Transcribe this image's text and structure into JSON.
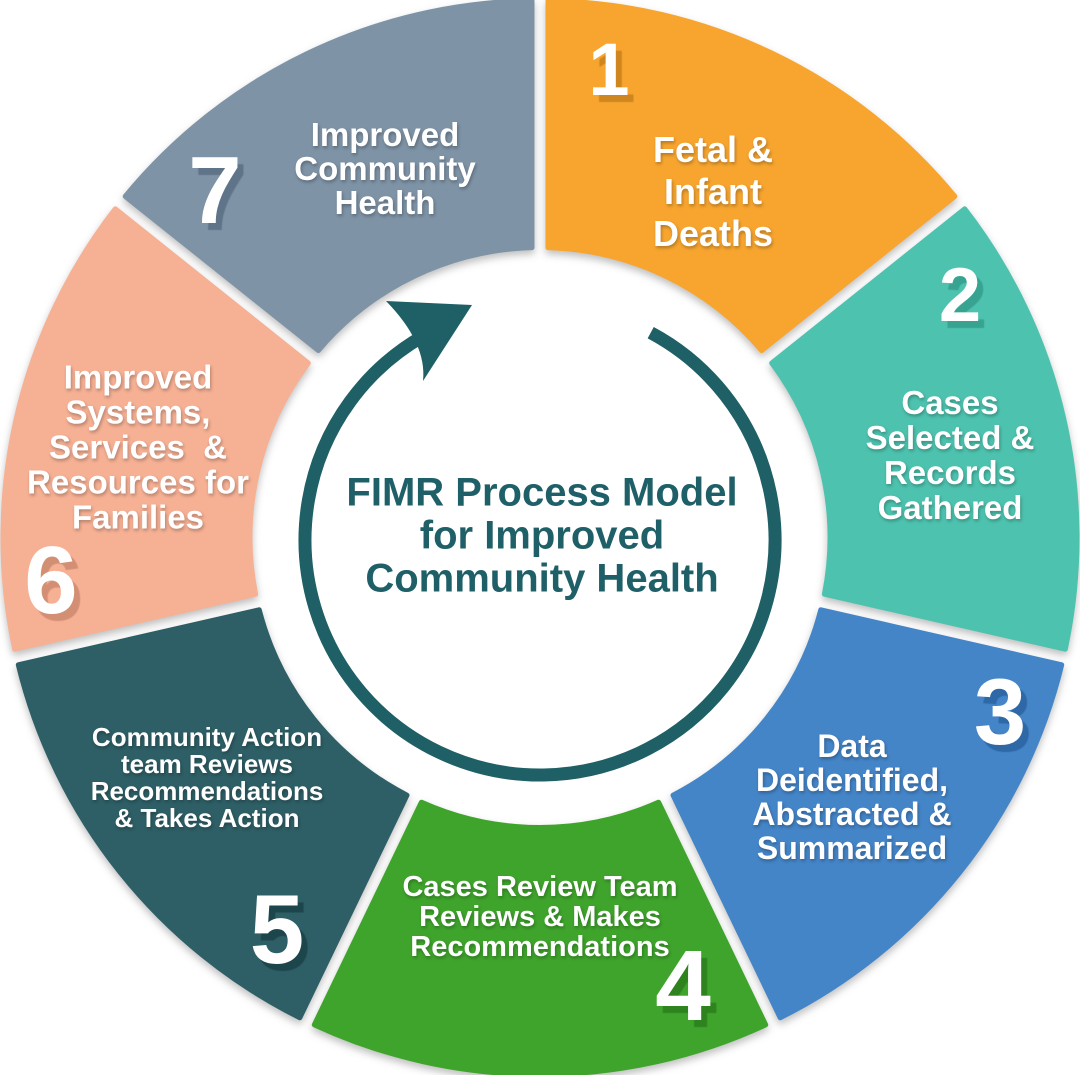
{
  "center": {
    "label": "FIMR Process Model\nfor Improved\nCommunity Health",
    "text_color": "#1F6068",
    "ring_color": "#1E6066"
  },
  "segments": [
    {
      "number": "1",
      "label": "Fetal &\nInfant\nDeaths",
      "color": "#F7A52F",
      "shadow_color": "#CF861F"
    },
    {
      "number": "2",
      "label": "Cases\nSelected &\nRecords\nGathered",
      "color": "#4DC3AF",
      "shadow_color": "#38A391"
    },
    {
      "number": "3",
      "label": "Data\nDeidentified,\nAbstracted &\nSummarized",
      "color": "#4485C8",
      "shadow_color": "#2E68A6"
    },
    {
      "number": "4",
      "label": "Cases Review Team\nReviews & Makes\nRecommendations",
      "color": "#3FA42C",
      "shadow_color": "#2F831F"
    },
    {
      "number": "5",
      "label": "Community Action\nteam Reviews\nRecommendations\n& Takes Action",
      "color": "#2E5F66",
      "shadow_color": "#1D454C"
    },
    {
      "number": "6",
      "label": "Improved\nSystems,\nServices  &\nResources for\nFamilies",
      "color": "#F6B094",
      "shadow_color": "#D38F74"
    },
    {
      "number": "7",
      "label": "Improved\nCommunity\nHealth",
      "color": "#7E93A6",
      "shadow_color": "#5F7488"
    }
  ]
}
